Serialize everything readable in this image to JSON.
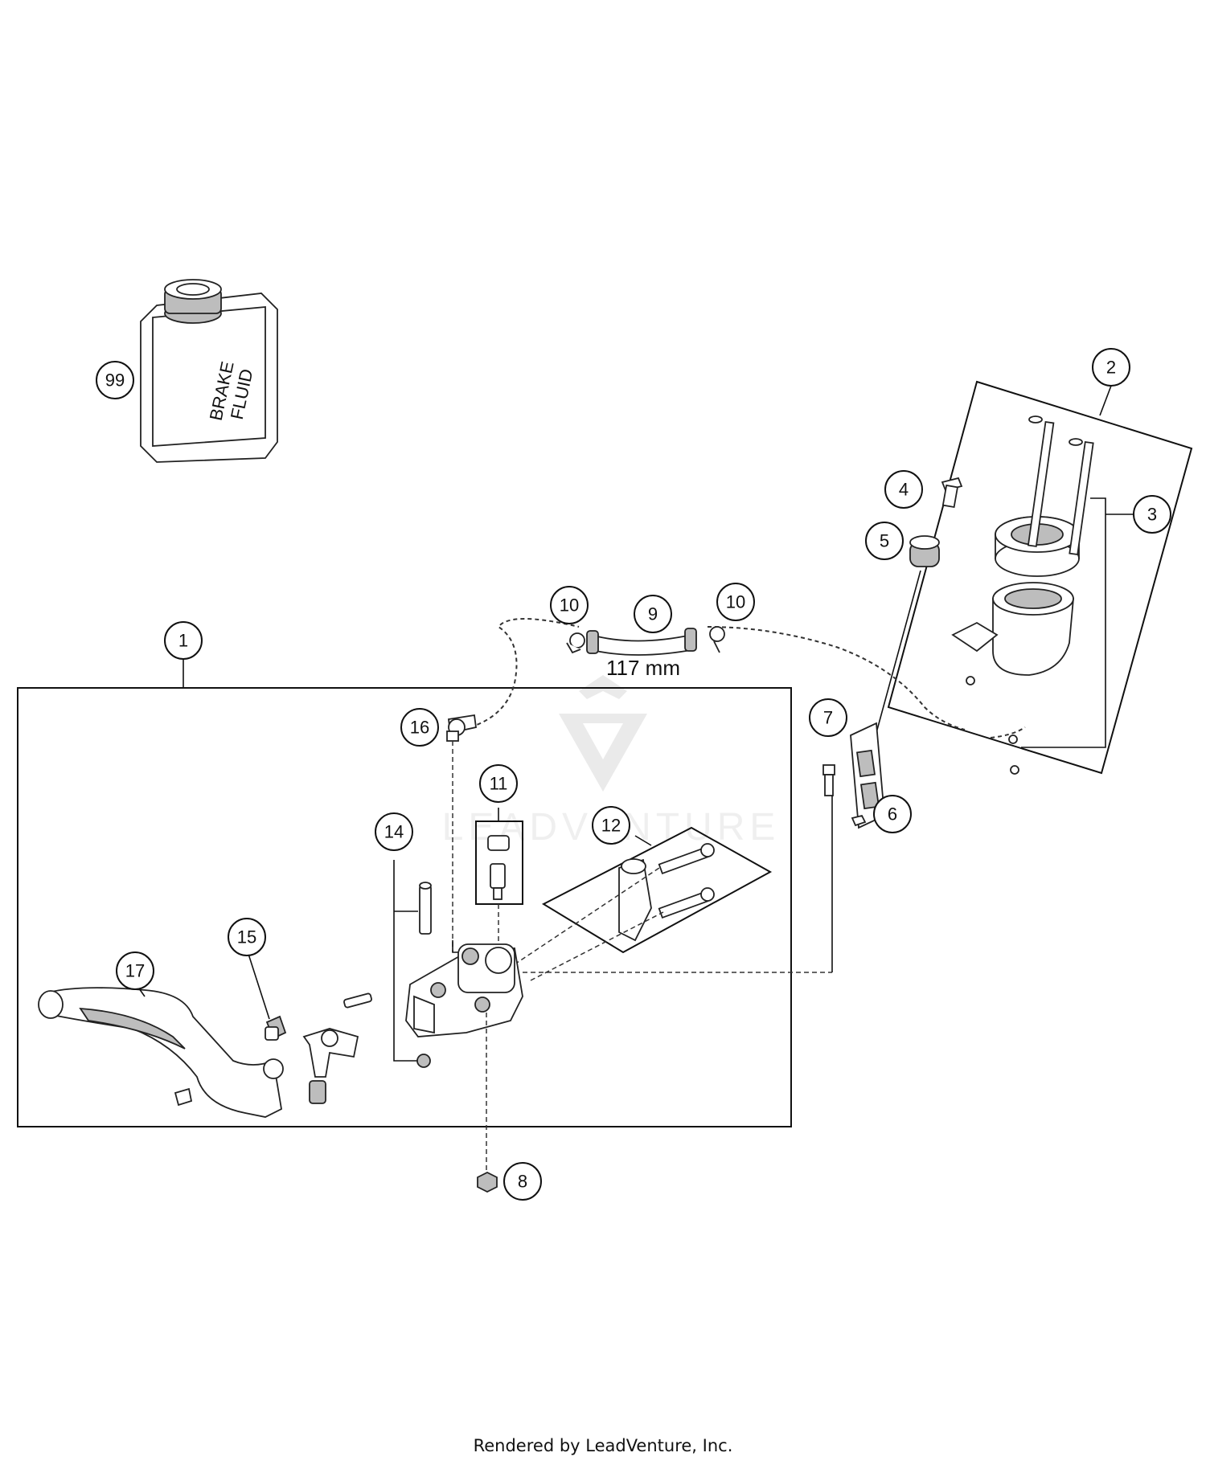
{
  "callouts": {
    "c1": "1",
    "c2": "2",
    "c3": "3",
    "c4": "4",
    "c5": "5",
    "c6": "6",
    "c7": "7",
    "c8": "8",
    "c9": "9",
    "c10a": "10",
    "c10b": "10",
    "c11": "11",
    "c12": "12",
    "c14": "14",
    "c15": "15",
    "c16": "16",
    "c17": "17",
    "c99": "99"
  },
  "dimension": "117 mm",
  "fluid_label": {
    "line1": "BRAKE",
    "line2": "FLUID"
  },
  "watermark": "LEADVENTURE",
  "footer": "Rendered by LeadVenture, Inc."
}
